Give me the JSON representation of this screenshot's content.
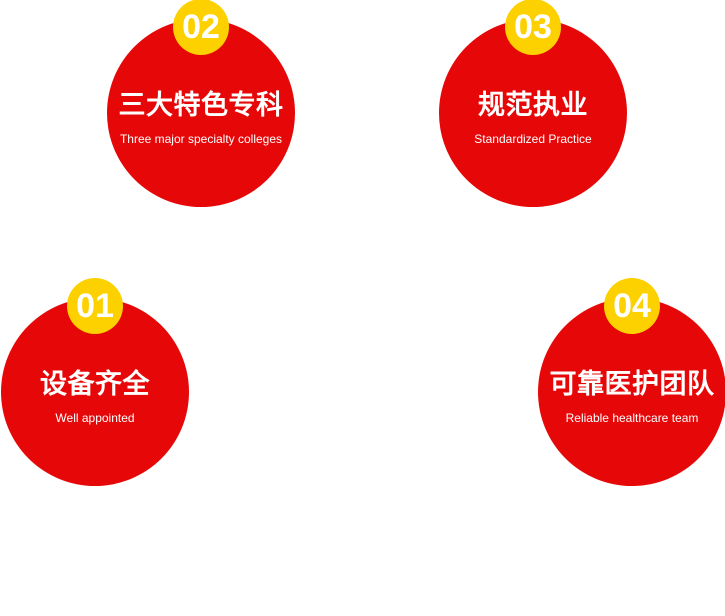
{
  "features": [
    {
      "number": "02",
      "title": "三大特色专科",
      "subtitle": "Three major specialty colleges"
    },
    {
      "number": "03",
      "title": "规范执业",
      "subtitle": "Standardized Practice"
    },
    {
      "number": "01",
      "title": "设备齐全",
      "subtitle": "Well appointed"
    },
    {
      "number": "04",
      "title": "可靠医护团队",
      "subtitle": "Reliable healthcare team"
    }
  ],
  "colors": {
    "circle": "#e60808",
    "badge": "#fdd000",
    "text": "#ffffff"
  }
}
